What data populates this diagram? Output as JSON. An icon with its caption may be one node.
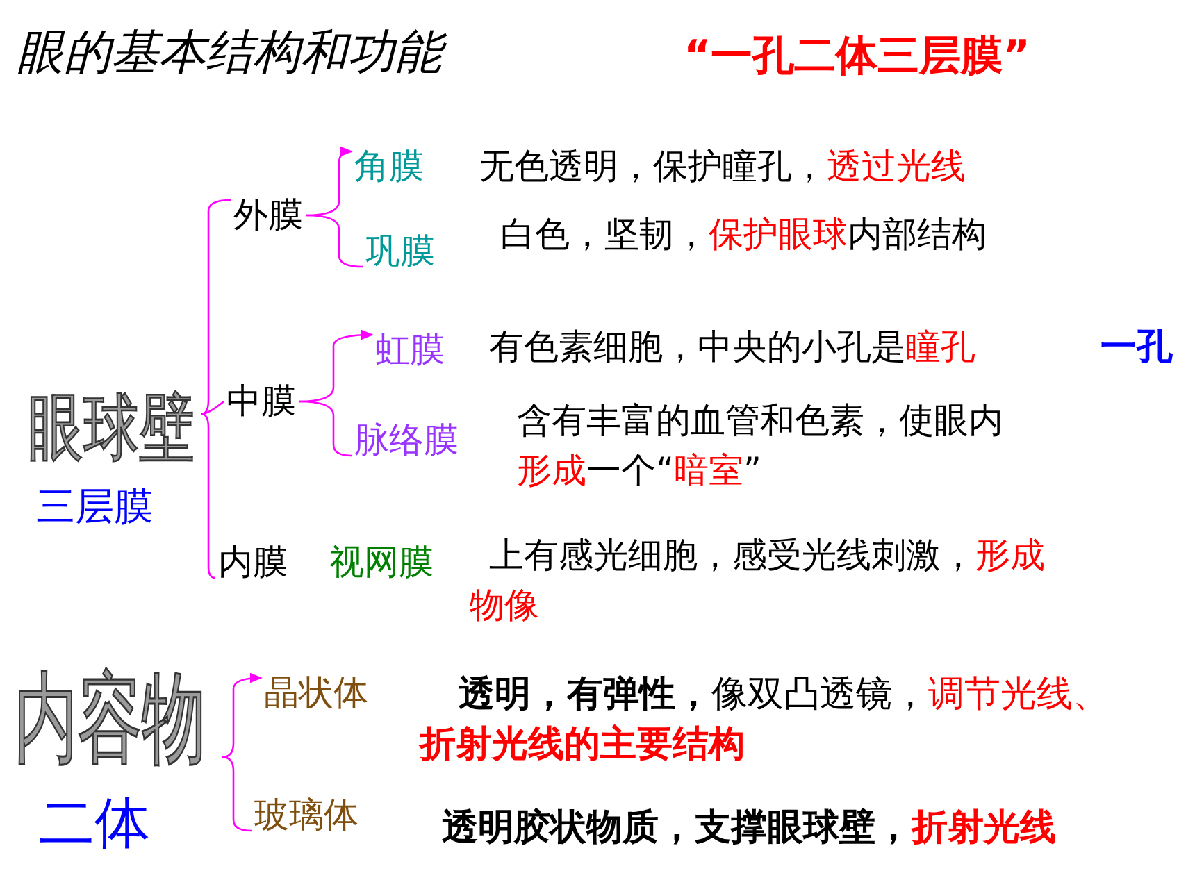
{
  "diagram": {
    "title": "眼的基本结构和功能",
    "nodes": [
      {
        "text": [
          "眼球壁",
          "三层膜"
        ]
      },
      {
        "text": [
          "外膜"
        ]
      },
      {
        "text": [
          "角膜"
        ],
        "beside": [
          "无色透明，保护瞳孔，",
          "透过光线"
        ]
      },
      {
        "text": [
          "巩膜"
        ],
        "beside": [
          "白色，坚韧，",
          "保护眼球",
          "内部结构"
        ]
      },
      {
        "text": [
          "中膜"
        ]
      },
      {
        "text": [
          "虹膜"
        ],
        "beside": [
          "有色素细胞，中央的小孔是",
          "瞳孔"
        ]
      },
      {
        "text": [
          "脉络膜"
        ],
        "beside": [
          "含有丰富的血管和色素，使眼内",
          "形成",
          "一个“",
          "暗室",
          "”"
        ]
      },
      {
        "text": [
          "内膜"
        ]
      },
      {
        "text": [
          "视网膜"
        ],
        "beside": [
          "上有感光细胞，感受光线刺激，",
          "形成物像"
        ]
      },
      {
        "text": [
          "内容物",
          "二体"
        ]
      },
      {
        "text": [
          "晶状体"
        ],
        "beside": [
          "透明，有弹性，",
          "像双凸透镜，",
          "调节光线、",
          "折射光线的主要结构"
        ]
      },
      {
        "text": [
          "玻璃体"
        ],
        "beside": [
          "透明胶状物质，支撑眼球壁，",
          "折射光线"
        ]
      }
    ],
    "edges": [
      {
        "from": 0,
        "to": 1,
        "arrow": "none"
      },
      {
        "from": 0,
        "to": 4,
        "arrow": "none"
      },
      {
        "from": 0,
        "to": 7,
        "arrow": "none"
      },
      {
        "from": 1,
        "to": 2,
        "arrow": "to"
      },
      {
        "from": 1,
        "to": 3,
        "arrow": "none"
      },
      {
        "from": 4,
        "to": 5,
        "arrow": "to"
      },
      {
        "from": 4,
        "to": 6,
        "arrow": "none"
      },
      {
        "from": 9,
        "to": 10,
        "arrow": "to"
      },
      {
        "from": 9,
        "to": 11,
        "arrow": "none"
      }
    ],
    "labels": [
      "“一孔二体三层膜”",
      "一孔"
    ]
  }
}
